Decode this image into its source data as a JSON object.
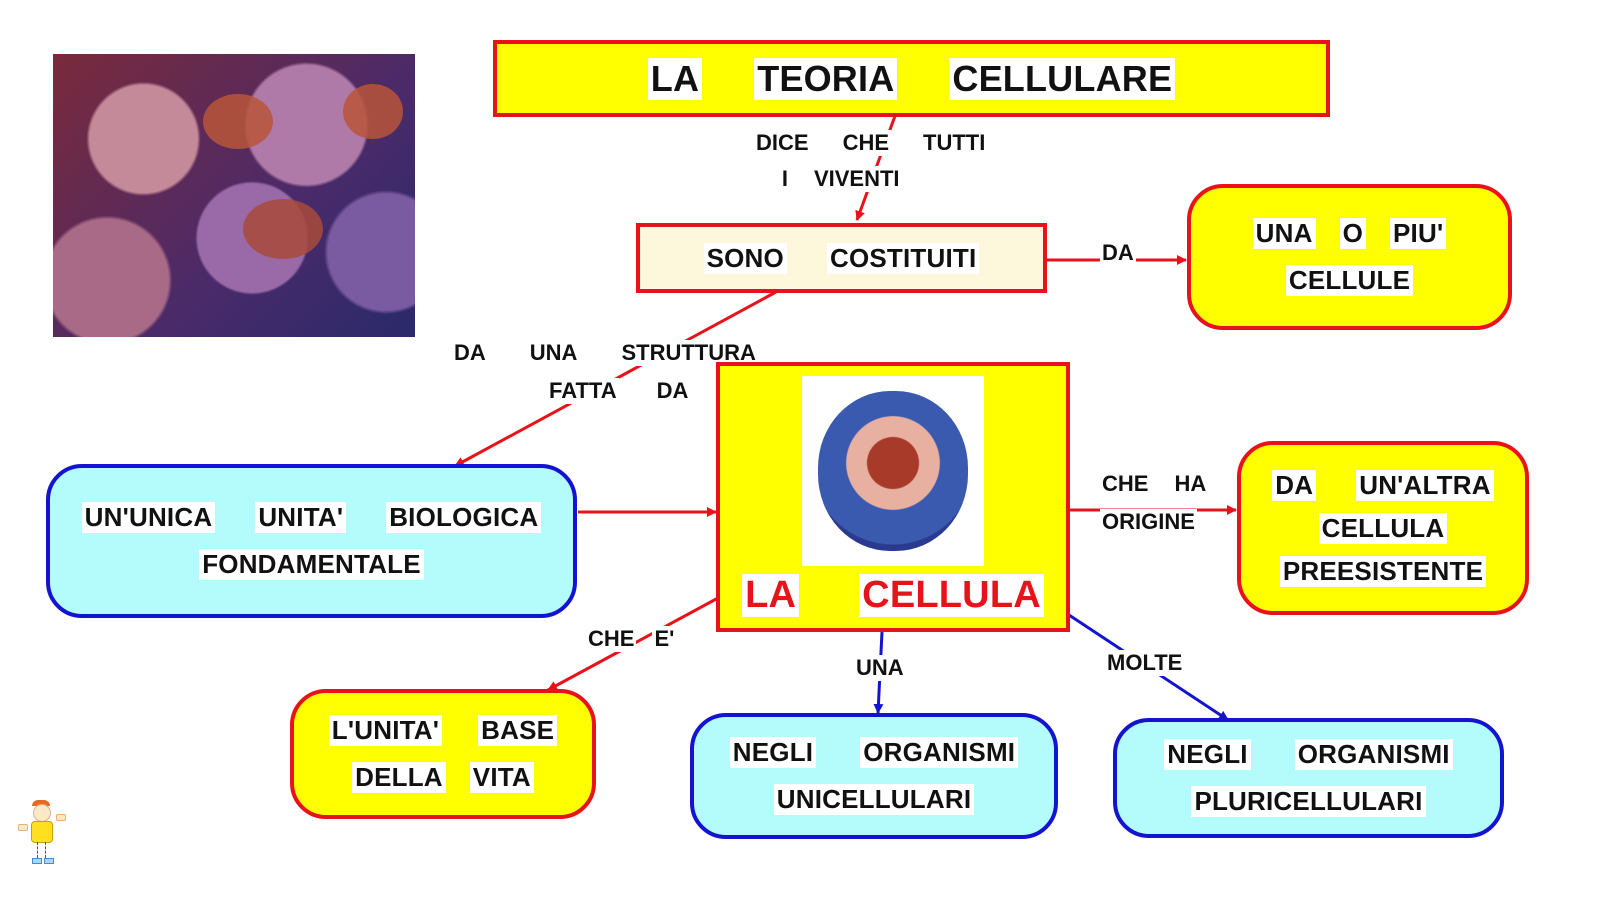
{
  "title": {
    "words": [
      "LA",
      "TEORIA",
      "CELLULARE"
    ]
  },
  "nodes": {
    "sono_costituiti": {
      "words": [
        "SONO",
        "COSTITUITI"
      ]
    },
    "una_o_piu_cellule": {
      "lines": [
        [
          "UNA",
          "O",
          "PIU'"
        ],
        [
          "CELLULE"
        ]
      ]
    },
    "unita_biologica": {
      "lines": [
        [
          "UN'UNICA",
          "UNITA'",
          "BIOLOGICA"
        ],
        [
          "FONDAMENTALE"
        ]
      ]
    },
    "la_cellula": {
      "words": [
        "LA",
        "CELLULA"
      ],
      "image_alt": "cell cross-section illustration"
    },
    "da_un_altra_cellula": {
      "lines": [
        [
          "DA",
          "UN'ALTRA"
        ],
        [
          "CELLULA"
        ],
        [
          "PREESISTENTE"
        ]
      ]
    },
    "unita_base_vita": {
      "lines": [
        [
          "L'UNITA'",
          "BASE"
        ],
        [
          "DELLA",
          "VITA"
        ]
      ]
    },
    "unicellulari": {
      "lines": [
        [
          "NEGLI",
          "ORGANISMI"
        ],
        [
          "UNICELLULARI"
        ]
      ]
    },
    "pluricellulari": {
      "lines": [
        [
          "NEGLI",
          "ORGANISMI"
        ],
        [
          "PLURICELLULARI"
        ]
      ]
    }
  },
  "links": {
    "dice_che": {
      "lines": [
        [
          "DICE",
          "CHE",
          "TUTTI"
        ],
        [
          "I",
          "VIVENTI"
        ]
      ]
    },
    "da": "DA",
    "da_una_struttura": {
      "lines": [
        [
          "DA",
          "UNA",
          "STRUTTURA"
        ],
        [
          "FATTA",
          "DA"
        ]
      ]
    },
    "che_ha_origine": {
      "lines": [
        [
          "CHE",
          "HA"
        ],
        [
          "ORIGINE"
        ]
      ]
    },
    "che_e": [
      "CHE",
      "E'"
    ],
    "una": "UNA",
    "molte": "MOLTE"
  },
  "images": {
    "cells_photo": "microscope photo of cells",
    "mascot": "cartoon mascot"
  },
  "colors": {
    "red_border": "#e8121a",
    "blue_border": "#1414d0",
    "yellow_fill": "#ffff00",
    "cyan_fill": "#b4fcfc",
    "cream_fill": "#fdf8dc"
  }
}
